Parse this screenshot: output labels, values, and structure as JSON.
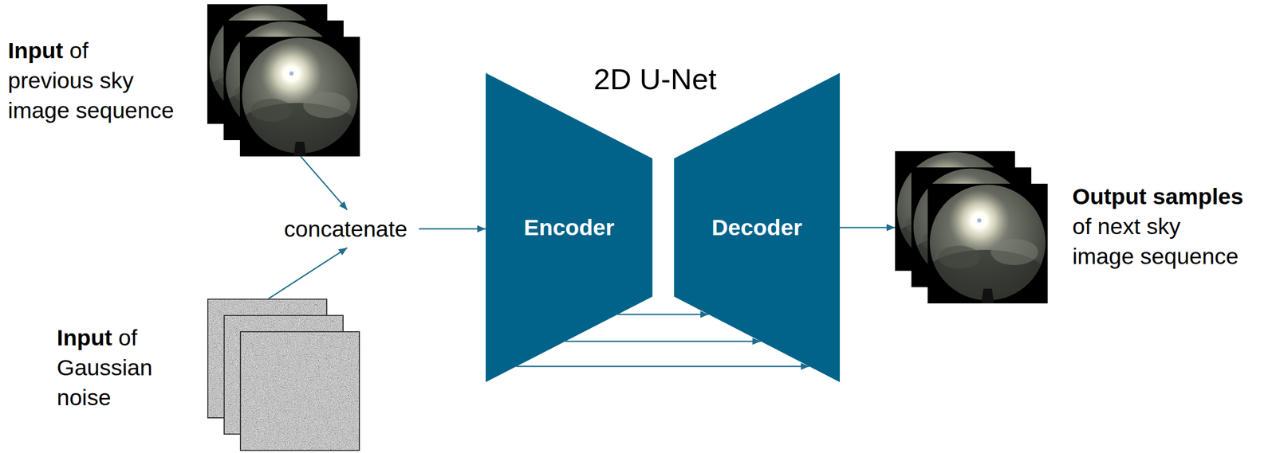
{
  "diagram": {
    "nodes": [
      {
        "text": [
          "Input",
          "of previous sky image sequence"
        ]
      },
      {
        "text": [
          "Input",
          "of Gaussian noise"
        ]
      },
      {
        "text": [
          "concatenate"
        ]
      },
      {
        "text": [
          "Encoder"
        ]
      },
      {
        "text": [
          "Decoder"
        ]
      },
      {
        "text": [
          "Output samples",
          "of next sky image sequence"
        ]
      }
    ],
    "edges": [
      {
        "from": 0,
        "to": 2,
        "arrow": "to"
      },
      {
        "from": 1,
        "to": 2,
        "arrow": "to"
      },
      {
        "from": 2,
        "to": 3,
        "arrow": "to"
      },
      {
        "from": 3,
        "to": 4,
        "arrow": "to"
      },
      {
        "from": 3,
        "to": 4,
        "arrow": "to"
      },
      {
        "from": 3,
        "to": 4,
        "arrow": "to"
      },
      {
        "from": 4,
        "to": 5,
        "arrow": "to"
      }
    ],
    "labels": [
      "2D U-Net"
    ]
  }
}
